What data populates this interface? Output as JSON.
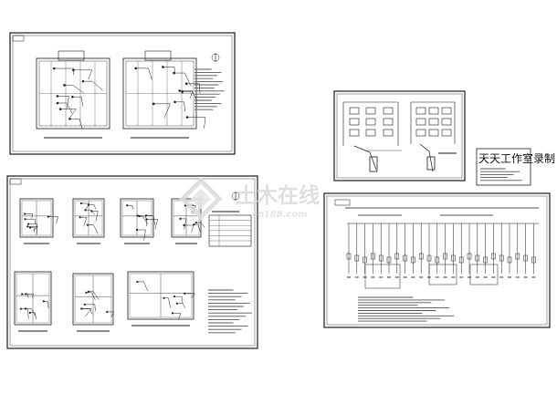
{
  "drawing_set": {
    "studio_title": "天天工作室录制"
  },
  "watermark": {
    "brand_text": "土木在线",
    "brand_sub": "co188.com"
  }
}
